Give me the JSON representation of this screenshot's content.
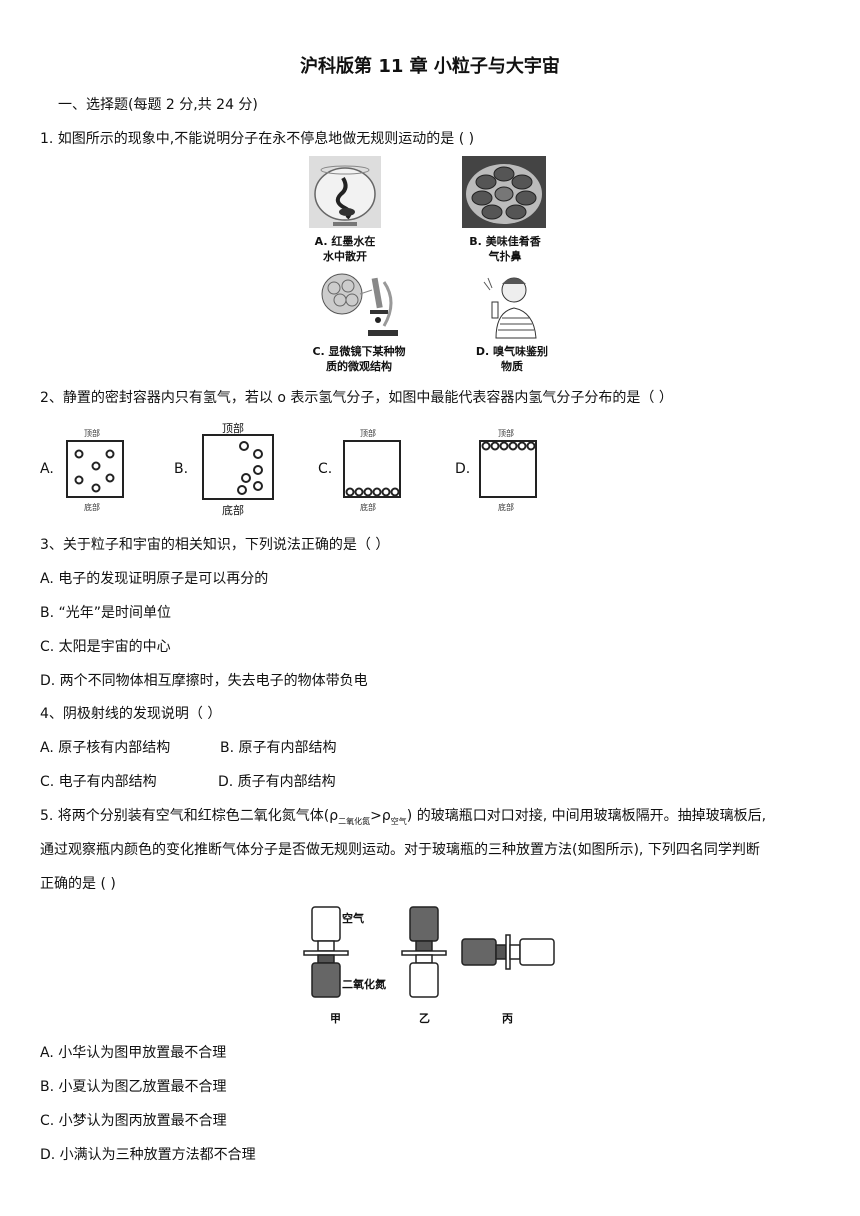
{
  "title": "沪科版第 11 章  小粒子与大宇宙",
  "section": "一、选择题(每题 2 分,共 24 分)",
  "q1": {
    "stem": "1. 如图所示的现象中,不能说明分子在永不停息地做无规则运动的是 (      )",
    "options": [
      {
        "label": "A. 红墨水在",
        "label2": "水中散开"
      },
      {
        "label": "B. 美味佳肴香",
        "label2": "气扑鼻"
      },
      {
        "label": "C. 显微镜下某种物",
        "label2": "质的微观结构"
      },
      {
        "label": "D. 嗅气味鉴别",
        "label2": "物质"
      }
    ]
  },
  "q2": {
    "stem": "2、静置的密封容器内只有氢气，若以 o 表示氢气分子，如图中最能代表容器内氢气分子分布的是（        ）",
    "top_label": "顶部",
    "bottom_label": "底部",
    "options": [
      "A.",
      "B.",
      "C.",
      "D."
    ]
  },
  "q3": {
    "stem": "3、关于粒子和宇宙的相关知识，下列说法正确的是（        ）",
    "options": [
      "A.  电子的发现证明原子是可以再分的",
      "B.  “光年”是时间单位",
      "C.  太阳是宇宙的中心",
      "D.  两个不同物体相互摩擦时，失去电子的物体带负电"
    ]
  },
  "q4": {
    "stem": "4、阴极射线的发现说明（      ）",
    "options": [
      "A. 原子核有内部结构",
      "B. 原子有内部结构",
      "C. 电子有内部结构",
      "D. 质子有内部结构"
    ]
  },
  "q5": {
    "stem_1a": "5. 将两个分别装有空气和红棕色二氧化氮气体(",
    "rho": "ρ",
    "sub1": "二氧化氮",
    "gt": ">",
    "sub2": "空气",
    "stem_1b": ") 的玻璃瓶口对口对接, 中间用玻璃板隔开。抽掉玻璃板后,",
    "stem_2": "通过观察瓶内颜色的变化推断气体分子是否做无规则运动。对于玻璃瓶的三种放置方法(如图所示), 下列四名同学判断",
    "stem_3": "正确的是        (      )",
    "fig_labels": {
      "air": "空气",
      "no2": "二氧化氮",
      "jia": "甲",
      "yi": "乙",
      "bing": "丙"
    },
    "options": [
      "A. 小华认为图甲放置最不合理",
      "B. 小夏认为图乙放置最不合理",
      "C. 小梦认为图丙放置最不合理",
      "D. 小满认为三种放置方法都不合理"
    ]
  }
}
